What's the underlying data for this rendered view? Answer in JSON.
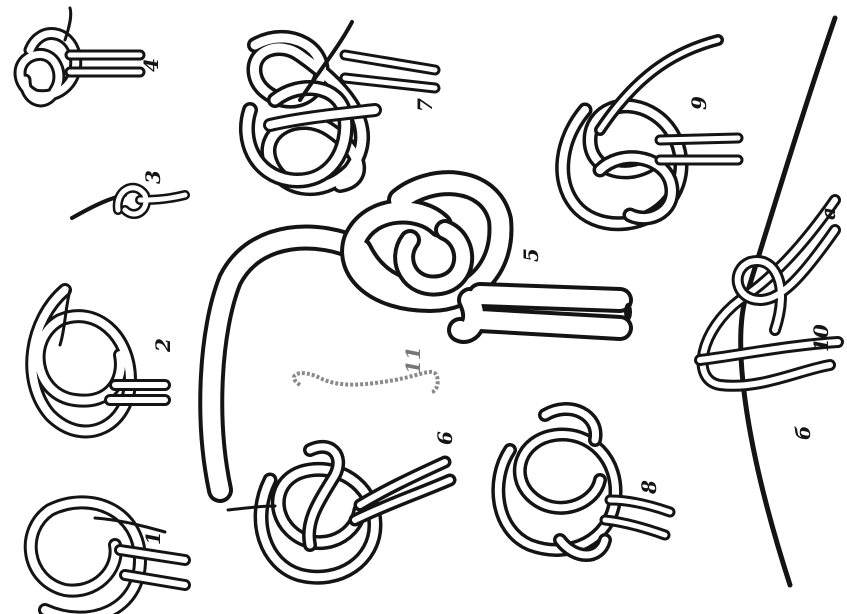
{
  "figure": {
    "labels": {
      "k1": "1",
      "k2": "2",
      "k3": "3",
      "k4": "4",
      "k5": "5",
      "k6": "6",
      "k7": "7",
      "k8": "8",
      "k9": "9",
      "k10": "10",
      "k11": "11",
      "k_a": "a",
      "k_b": "б"
    },
    "colors": {
      "ink": "#141414",
      "paper": "#ffffff",
      "faded": "#777777"
    }
  }
}
